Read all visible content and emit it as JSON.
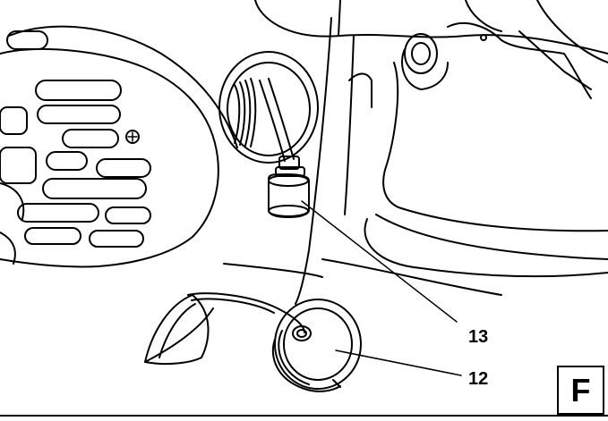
{
  "figure": {
    "letter": "F",
    "callouts": [
      {
        "number": "13",
        "part": "fuel-pickup-filter"
      },
      {
        "number": "12",
        "part": "tank-cap-with-retainer"
      }
    ],
    "line_color": "#000000",
    "background": "#ffffff"
  }
}
